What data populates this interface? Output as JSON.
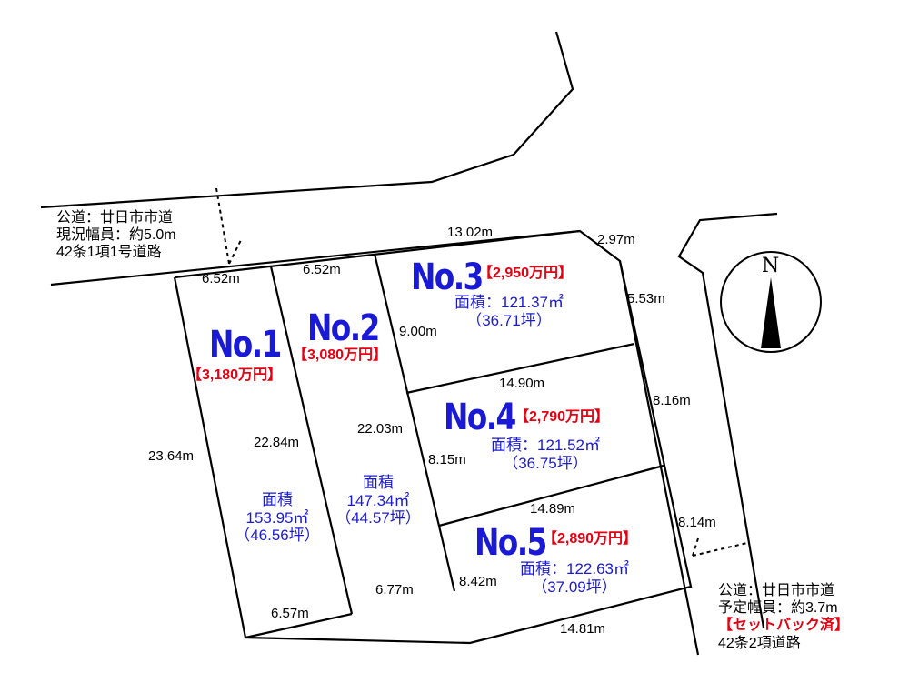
{
  "roads": {
    "north": [
      "公道：廿日市市道",
      "現況幅員：約5.0m",
      "42条1項1号道路"
    ],
    "east": [
      "公道：廿日市市道",
      "予定幅員：約3.7m",
      "【セットバック済】",
      "42条2項道路"
    ]
  },
  "compass": {
    "label": "N"
  },
  "lots": [
    {
      "no": "No.1",
      "price": "【3,180万円】",
      "area_label": "面積",
      "area_m2": "153.95㎡",
      "area_tsubo": "（46.56坪）"
    },
    {
      "no": "No.2",
      "price": "【3,080万円】",
      "area_label": "面積",
      "area_m2": "147.34㎡",
      "area_tsubo": "（44.57坪）"
    },
    {
      "no": "No.3",
      "price": "【2,950万円】",
      "area_label": "面積：121.37㎡",
      "area_tsubo": "（36.71坪）"
    },
    {
      "no": "No.4",
      "price": "【2,790万円】",
      "area_label": "面積：121.52㎡",
      "area_tsubo": "（36.75坪）"
    },
    {
      "no": "No.5",
      "price": "【2,890万円】",
      "area_label": "面積：122.63㎡",
      "area_tsubo": "（37.09坪）"
    }
  ],
  "dimensions": {
    "top_lot3": "13.02m",
    "corner": "2.97m",
    "top_lot1": "6.52m",
    "top_lot2": "6.52m",
    "east_lot3": "5.53m",
    "west_lot3": "9.00m",
    "lot3_lot4": "14.90m",
    "east_lot4": "8.16m",
    "west_lot1": "23.64m",
    "lot1_lot2": "22.84m",
    "lot2_lot4": "22.03m",
    "west_lot4": "8.15m",
    "lot4_lot5": "14.89m",
    "east_lot5": "8.14m",
    "west_lot5": "8.42m",
    "bottom_lot2": "6.77m",
    "bottom_lot1": "6.57m",
    "bottom_lot5": "14.81m"
  }
}
